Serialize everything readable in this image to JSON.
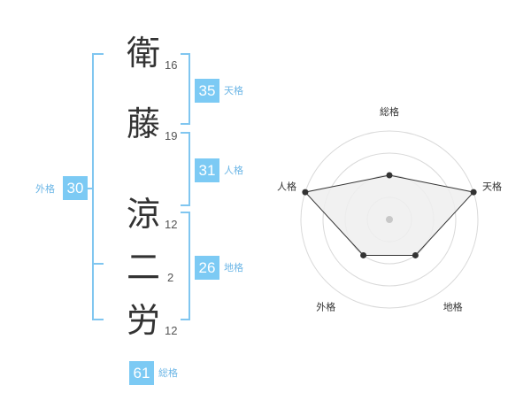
{
  "name": {
    "chars": [
      {
        "char": "衛",
        "strokes": "16"
      },
      {
        "char": "藤",
        "strokes": "19"
      },
      {
        "char": "涼",
        "strokes": "12"
      },
      {
        "char": "二",
        "strokes": "2"
      },
      {
        "char": "労",
        "strokes": "12"
      }
    ]
  },
  "fortune": {
    "tenkaku": {
      "value": "35",
      "label": "天格"
    },
    "jinkaku": {
      "value": "31",
      "label": "人格"
    },
    "chikaku": {
      "value": "26",
      "label": "地格"
    },
    "gaikaku": {
      "value": "30",
      "label": "外格"
    },
    "soukaku": {
      "value": "61",
      "label": "総格"
    }
  },
  "colors": {
    "accent": "#7ccaf4",
    "bracket": "#80c6f0",
    "label_text": "#6cb6e6",
    "radar_fill": "#eeeeee",
    "radar_line": "#333333",
    "ring": "#d9d9d9"
  },
  "chart_data": {
    "type": "radar",
    "axes": [
      "総格",
      "天格",
      "地格",
      "外格",
      "人格"
    ],
    "values": [
      2,
      4,
      2,
      2,
      4
    ],
    "max": 4,
    "rings": 4
  }
}
